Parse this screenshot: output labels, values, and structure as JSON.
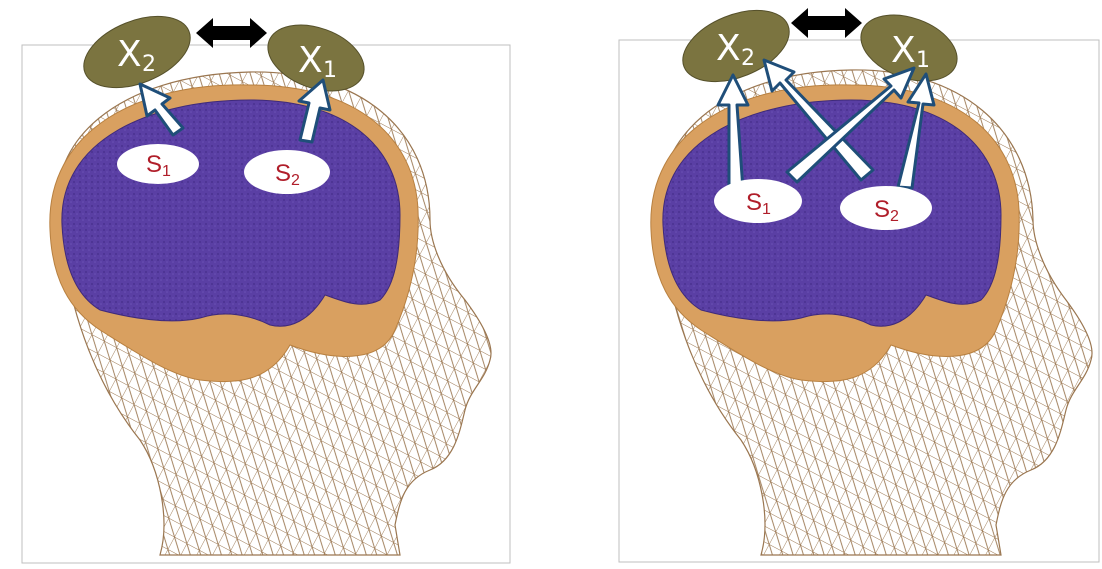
{
  "colors": {
    "sensor_fill": "#7b7440",
    "brain_fill": "#5a3fa4",
    "cortex_fill": "#d9a060",
    "mesh_stroke": "#9a7650",
    "arrow_fill": "#ffffff",
    "arrow_stroke": "#1f4e79",
    "coupling_arrow": "#000000",
    "source_label_color": "#b01e2a"
  },
  "panels": [
    {
      "id": "left",
      "sensors": [
        {
          "main": "X",
          "sub": "2"
        },
        {
          "main": "X",
          "sub": "1"
        }
      ],
      "sources": [
        {
          "main": "S",
          "sub": "1"
        },
        {
          "main": "S",
          "sub": "2"
        }
      ],
      "mixing": "one-to-one"
    },
    {
      "id": "right",
      "sensors": [
        {
          "main": "X",
          "sub": "2"
        },
        {
          "main": "X",
          "sub": "1"
        }
      ],
      "sources": [
        {
          "main": "S",
          "sub": "1"
        },
        {
          "main": "S",
          "sub": "2"
        }
      ],
      "mixing": "all-to-all"
    }
  ],
  "icons": {
    "coupling": "double-headed-arrow-icon",
    "projection": "hollow-arrow-icon"
  }
}
